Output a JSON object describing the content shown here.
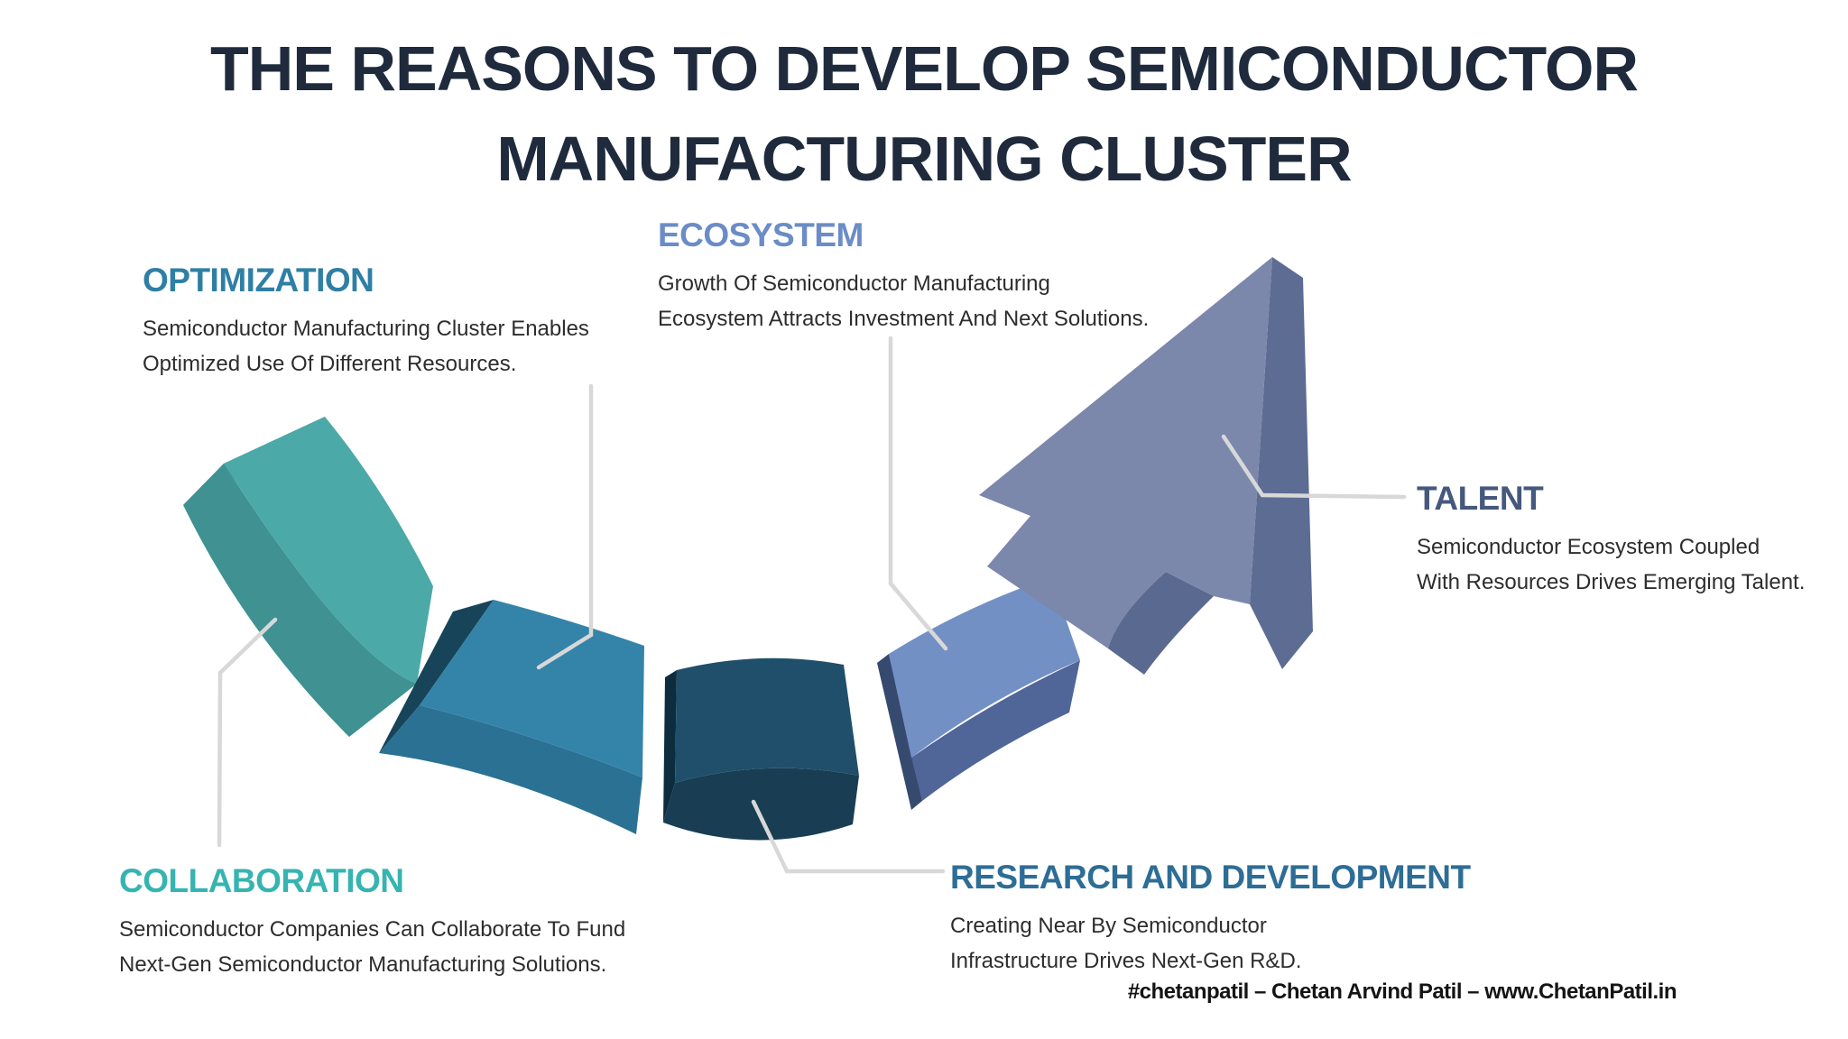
{
  "title": {
    "line1": "THE REASONS TO DEVELOP SEMICONDUCTOR",
    "line2": "MANUFACTURING CLUSTER",
    "color": "#1f2b3d"
  },
  "sections": {
    "optimization": {
      "heading": "OPTIMIZATION",
      "heading_color": "#2f7fa5",
      "line1": "Semiconductor Manufacturing Cluster Enables",
      "line2": "Optimized Use Of Different Resources."
    },
    "ecosystem": {
      "heading": "ECOSYSTEM",
      "heading_color": "#6b8cc6",
      "line1": "Growth Of Semiconductor Manufacturing",
      "line2": "Ecosystem Attracts Investment And Next Solutions."
    },
    "talent": {
      "heading": "TALENT",
      "heading_color": "#45587d",
      "line1": "Semiconductor Ecosystem Coupled",
      "line2": "With Resources Drives Emerging Talent."
    },
    "collaboration": {
      "heading": "COLLABORATION",
      "heading_color": "#36b4b1",
      "line1": "Semiconductor Companies Can Collaborate To Fund",
      "line2": "Next-Gen Semiconductor Manufacturing Solutions."
    },
    "research": {
      "heading": "RESEARCH AND DEVELOPMENT",
      "heading_color": "#2d6d96",
      "line1": "Creating Near By Semiconductor",
      "line2": "Infrastructure Drives Next-Gen R&D."
    }
  },
  "diagram": {
    "leader_color": "#d8d8d8",
    "segments": [
      {
        "name": "collaboration",
        "top": "#4ba9a8",
        "side": "#3f9192",
        "cap": "#367f80"
      },
      {
        "name": "optimization",
        "top": "#3484a9",
        "side": "#2b7194",
        "cap": "#174459"
      },
      {
        "name": "research",
        "top": "#1f4f6b",
        "side": "#193e53",
        "cap": "#0d2d3f"
      },
      {
        "name": "ecosystem",
        "top": "#7390c4",
        "side": "#506698",
        "cap": "#36496f"
      },
      {
        "name": "talent",
        "top": "#7b87ab",
        "side": "#5d6c93",
        "cap": "#5a6990"
      }
    ]
  },
  "footer": {
    "text": "#chetanpatil – Chetan Arvind Patil – www.ChetanPatil.in",
    "color": "#141414"
  }
}
